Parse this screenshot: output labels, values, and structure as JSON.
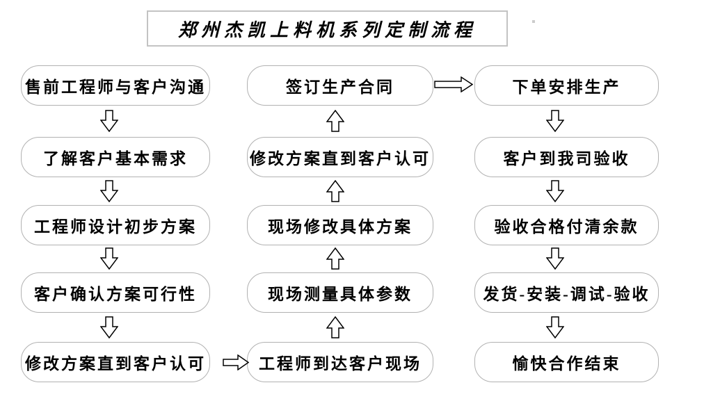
{
  "page": {
    "title": "郑州杰凯上料机系列定制流程"
  },
  "flow": {
    "left_column": {
      "direction": "down",
      "steps": [
        "售前工程师与客户沟通",
        "了解客户基本需求",
        "工程师设计初步方案",
        "客户确认方案可行性",
        "修改方案直到客户认可"
      ]
    },
    "middle_column": {
      "direction": "up",
      "steps": [
        "签订生产合同",
        "修改方案直到客户认可",
        "现场修改具体方案",
        "现场测量具体参数",
        "工程师到达客户现场"
      ]
    },
    "right_column": {
      "direction": "down",
      "steps": [
        "下单安排生产",
        "客户到我司验收",
        "验收合格付清余款",
        "发货-安装-调试-验收",
        "愉快合作结束"
      ]
    }
  },
  "colors": {
    "node_border": "#b1b1b1",
    "title_border": "#c3c3c3",
    "arrow_outline": "#000000",
    "text": "#000000",
    "background": "#ffffff"
  }
}
